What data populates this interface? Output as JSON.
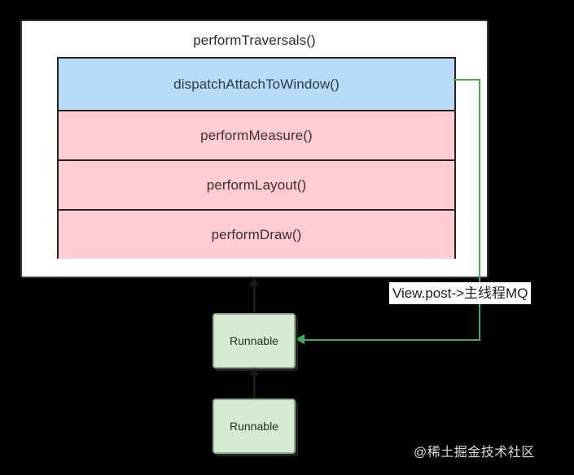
{
  "diagram": {
    "title": "performTraversals()",
    "background_color": "#000000",
    "container": {
      "label": "performTraversals()",
      "fill": "#ffffff",
      "stroke": "#333333"
    },
    "method_rows": [
      {
        "label": "dispatchAttachToWindow()",
        "fill": "#b7dcfa",
        "text_color": "#2b3a47",
        "kind": "blue"
      },
      {
        "label": "performMeasure()",
        "fill": "#ffcdd2",
        "text_color": "#4a2a2a",
        "kind": "pink"
      },
      {
        "label": "performLayout()",
        "fill": "#ffcdd2",
        "text_color": "#4a2a2a",
        "kind": "pink"
      },
      {
        "label": "performDraw()",
        "fill": "#ffcdd2",
        "text_color": "#4a2a2a",
        "kind": "pink"
      }
    ],
    "connector": {
      "label": "View.post->主线程MQ",
      "color": "#4ba84b",
      "from": "dispatchAttachToWindow()",
      "to": "Runnable"
    },
    "nodes": [
      {
        "label": "Runnable",
        "fill": "#d5ecd3",
        "stroke": "#8fae8d"
      },
      {
        "label": "Runnable",
        "fill": "#d5ecd3",
        "stroke": "#8fae8d"
      }
    ],
    "watermark": "@稀土掘金技术社区"
  }
}
